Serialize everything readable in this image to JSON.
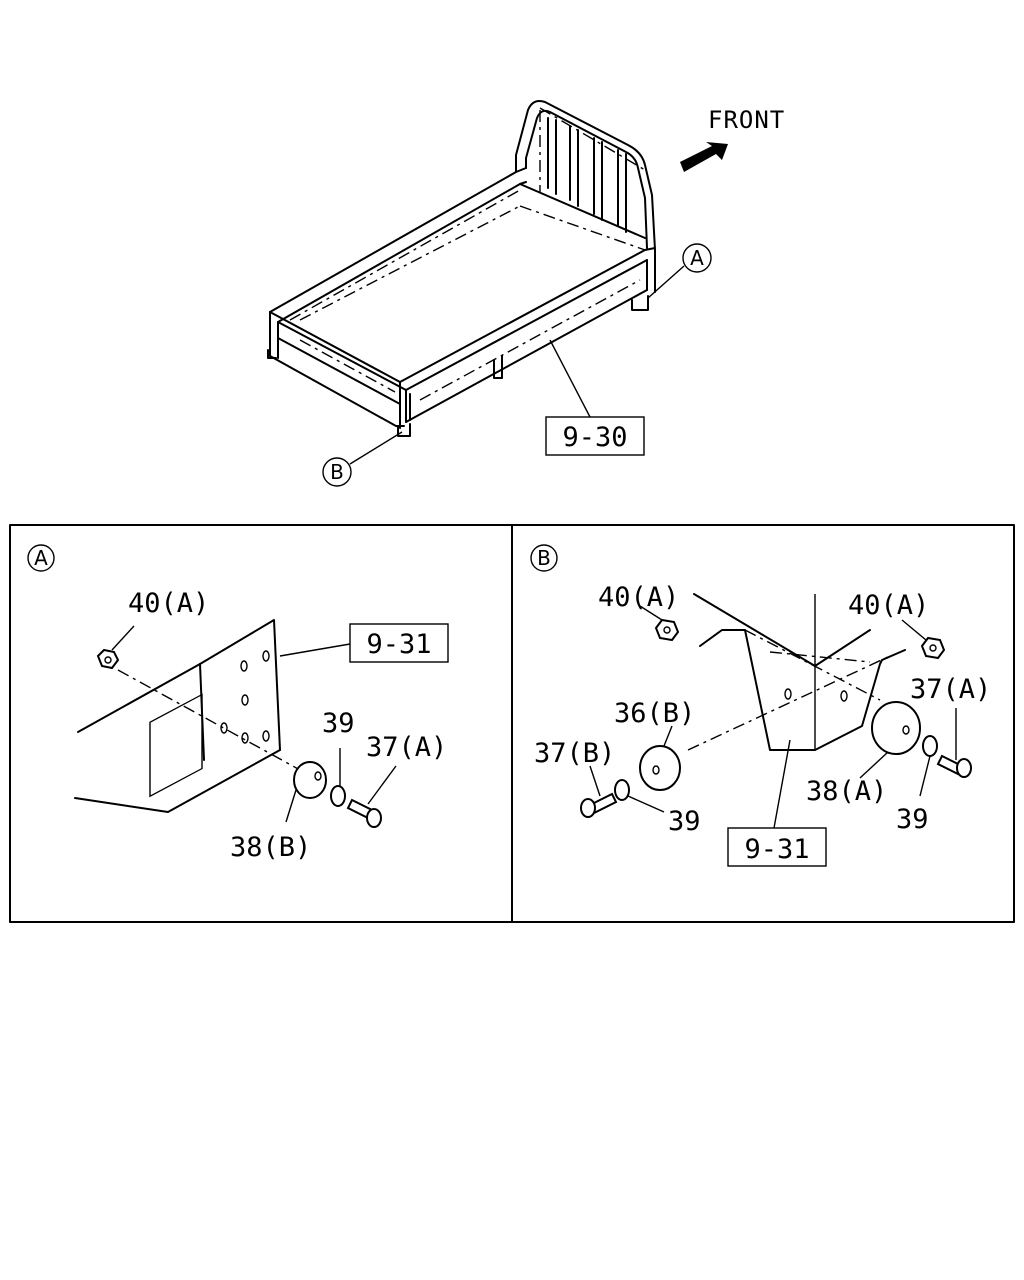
{
  "top_view": {
    "front_label": "FRONT",
    "callout_a": "A",
    "callout_b": "B",
    "ref_main": "9-30"
  },
  "panel_a": {
    "title": "A",
    "ref_box": "9-31",
    "labels": {
      "nut": "40(A)",
      "washer": "39",
      "bolt": "37(A)",
      "cushion": "38(B)"
    }
  },
  "panel_b": {
    "title": "B",
    "ref_box": "9-31",
    "labels": {
      "nut_left": "40(A)",
      "nut_right": "40(A)",
      "bolt_left": "37(B)",
      "bolt_right": "37(A)",
      "cushion_left": "36(B)",
      "cushion_right": "38(A)",
      "washer_left": "39",
      "washer_right": "39"
    }
  },
  "colors": {
    "line": "#000000",
    "background": "#ffffff"
  }
}
